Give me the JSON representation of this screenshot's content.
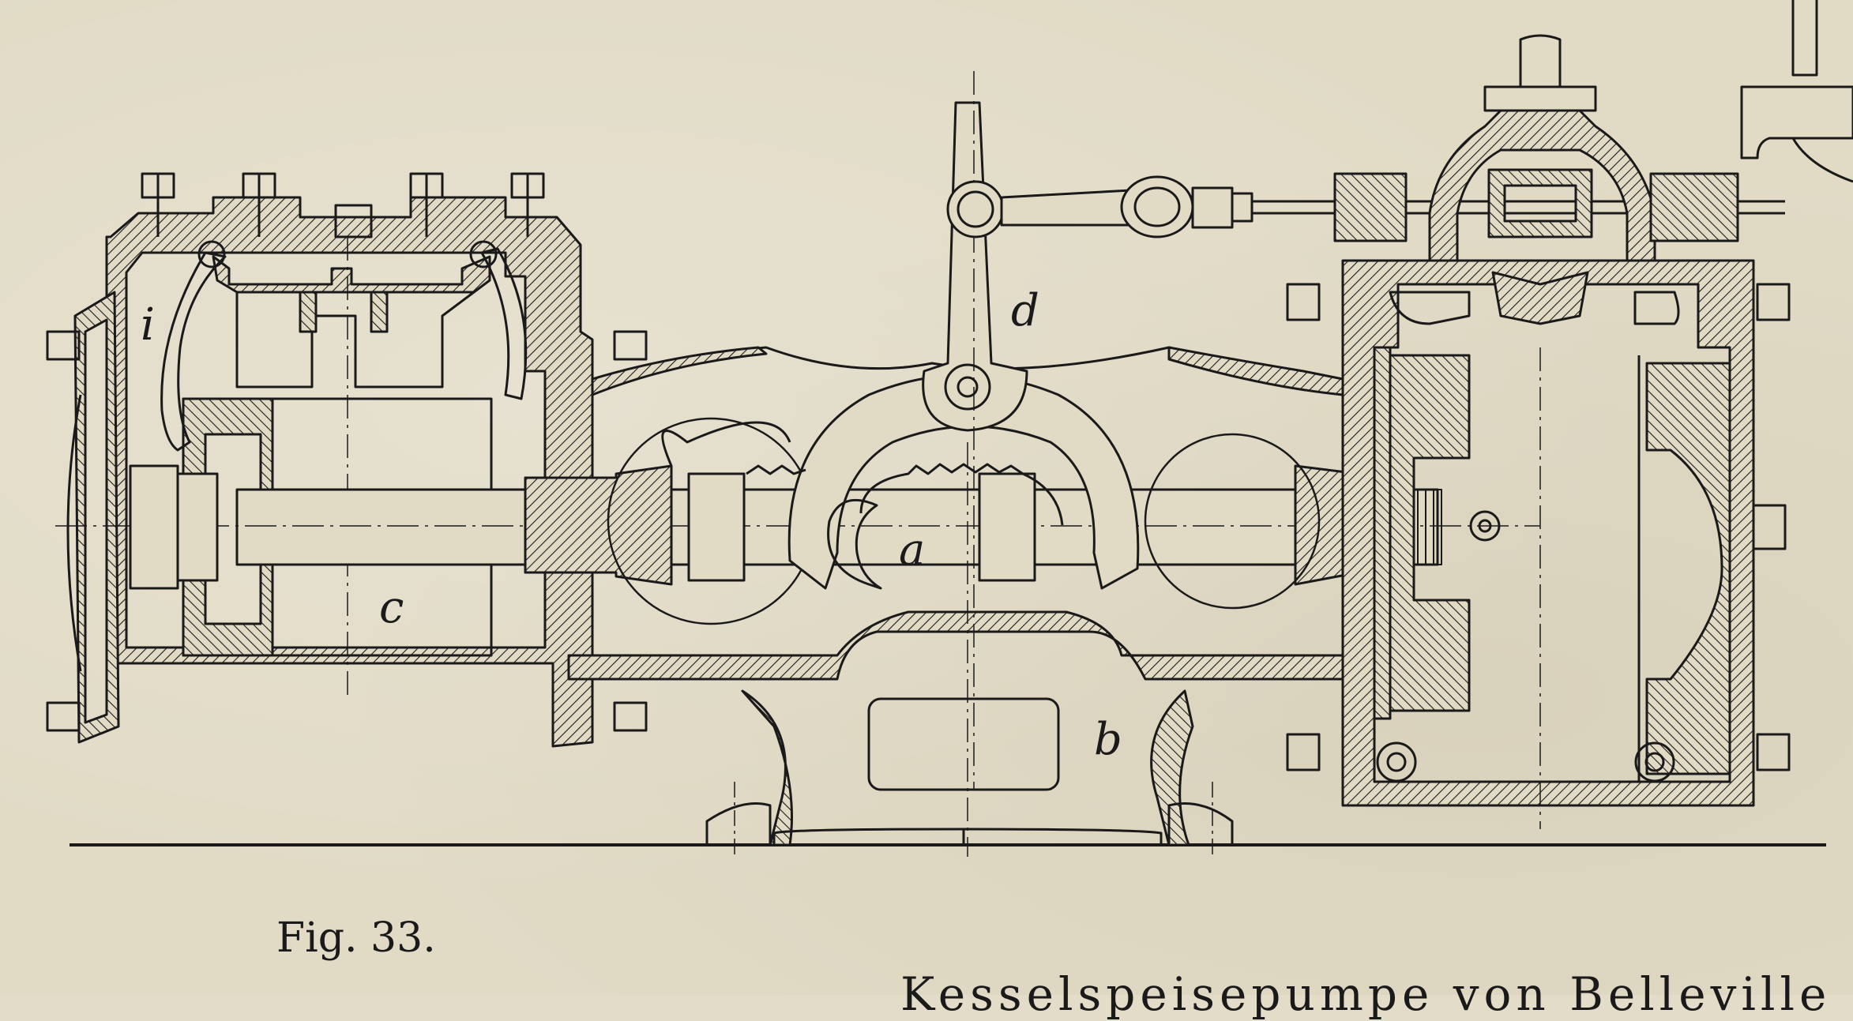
{
  "figure": {
    "label": "Fig. 33.",
    "title": "Kesselspeisepumpe von Belleville"
  },
  "part_labels": {
    "a": "a",
    "b": "b",
    "c": "c",
    "d": "d",
    "i": "i"
  },
  "colors": {
    "paper": "#e1dbc6",
    "ink": "#1a1a1a"
  }
}
